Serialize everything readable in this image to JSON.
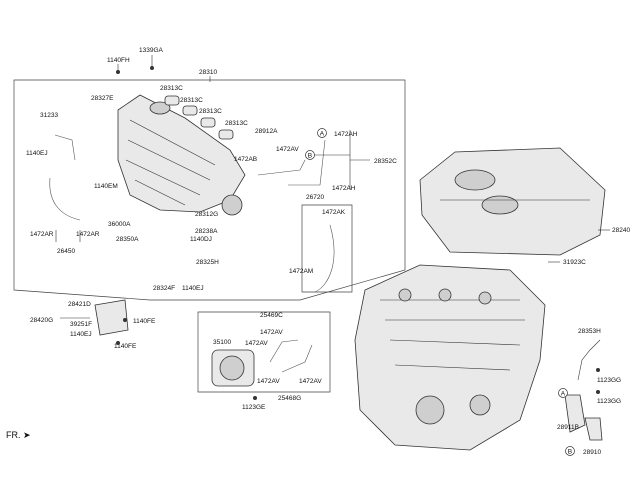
{
  "labels": {
    "l1339GA": "1339GA",
    "l1140FH": "1140FH",
    "l28310": "28310",
    "l28313C_1": "28313C",
    "l28313C_2": "28313C",
    "l28313C_3": "28313C",
    "l28313C_4": "28313C",
    "l28327E": "28327E",
    "l31233": "31233",
    "l1140EJ_a": "1140EJ",
    "l28912A": "28912A",
    "l1472AH_a": "1472AH",
    "l1472AB": "1472AB",
    "l1472AV_a": "1472AV",
    "l28352C": "28352C",
    "l1140EM": "1140EM",
    "l1472AH_b": "1472AH",
    "l26720": "26720",
    "l36000A": "36000A",
    "l28312G": "28312G",
    "l1472AK": "1472AK",
    "l1472AR_a": "1472AR",
    "l1472AR_b": "1472AR",
    "l28238A": "28238A",
    "l1140DJ": "1140DJ",
    "l28350A": "28350A",
    "l26450": "26450",
    "l28325H": "28325H",
    "l1472AM": "1472AM",
    "l28324F": "28324F",
    "l1140EJ_b": "1140EJ",
    "l28240": "28240",
    "l31923C": "31923C",
    "l28421D": "28421D",
    "l28420G": "28420G",
    "l39251F": "39251F",
    "l1140FE_a": "1140FE",
    "l1140EJ_c": "1140EJ",
    "l1140FE_b": "1140FE",
    "l25469C": "25469C",
    "l35100": "35100",
    "l1472AV_b": "1472AV",
    "l1472AV_c": "1472AV",
    "l1472AV_d": "1472AV",
    "l1472AV_e": "1472AV",
    "l1123GE": "1123GE",
    "l25468G": "25468G",
    "l28353H": "28353H",
    "l1123GG_a": "1123GG",
    "l1123GG_b": "1123GG",
    "l28911B": "28911B",
    "l28910": "28910",
    "callout_A1": "A",
    "callout_B1": "B",
    "callout_A2": "A",
    "callout_B2": "B"
  },
  "direction_marker": "FR."
}
